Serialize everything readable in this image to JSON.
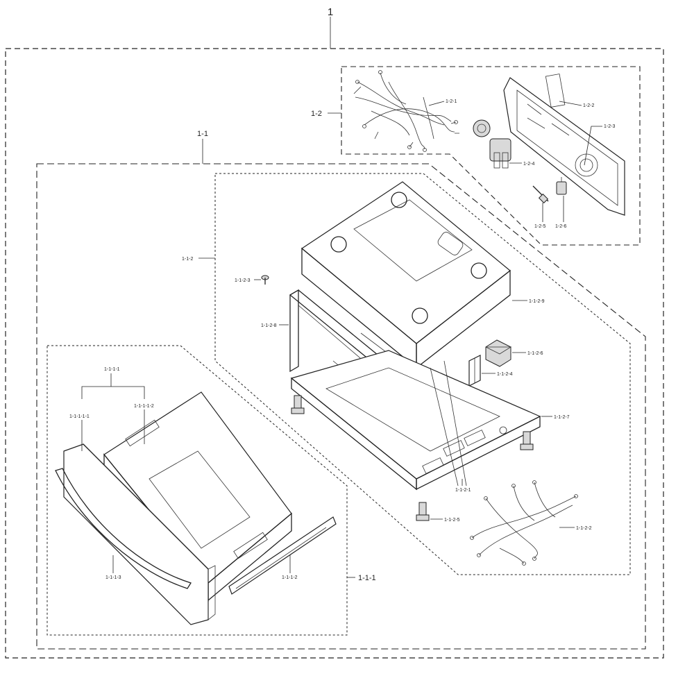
{
  "groups": {
    "g1": "1",
    "g1_2": "1-2",
    "g1_1": "1-1",
    "g1_1_2": "1-1-2",
    "g1_1_1": "1-1-1"
  },
  "parts": {
    "p1_2_1": "1-2-1",
    "p1_2_2": "1-2-2",
    "p1_2_3": "1-2-3",
    "p1_2_4": "1-2-4",
    "p1_2_5": "1-2-5",
    "p1_2_6": "1-2-6",
    "p1_1_2_3": "1-1-2-3",
    "p1_1_2_9": "1-1-2-9",
    "p1_1_2_8": "1-1-2-8",
    "p1_1_2_6": "1-1-2-6",
    "p1_1_2_4": "1-1-2-4",
    "p1_1_2_7": "1-1-2-7",
    "p1_1_2_1": "1-1-2-1",
    "p1_1_2_5": "1-1-2-5",
    "p1_1_2_2": "1-1-2-2",
    "p1_1_1_1": "1-1-1-1",
    "p1_1_1_1_1": "1-1-1-1-1",
    "p1_1_1_1_2": "1-1-1-1-2",
    "p1_1_1_3": "1-1-1-3",
    "p1_1_1_2": "1-1-1-2"
  }
}
